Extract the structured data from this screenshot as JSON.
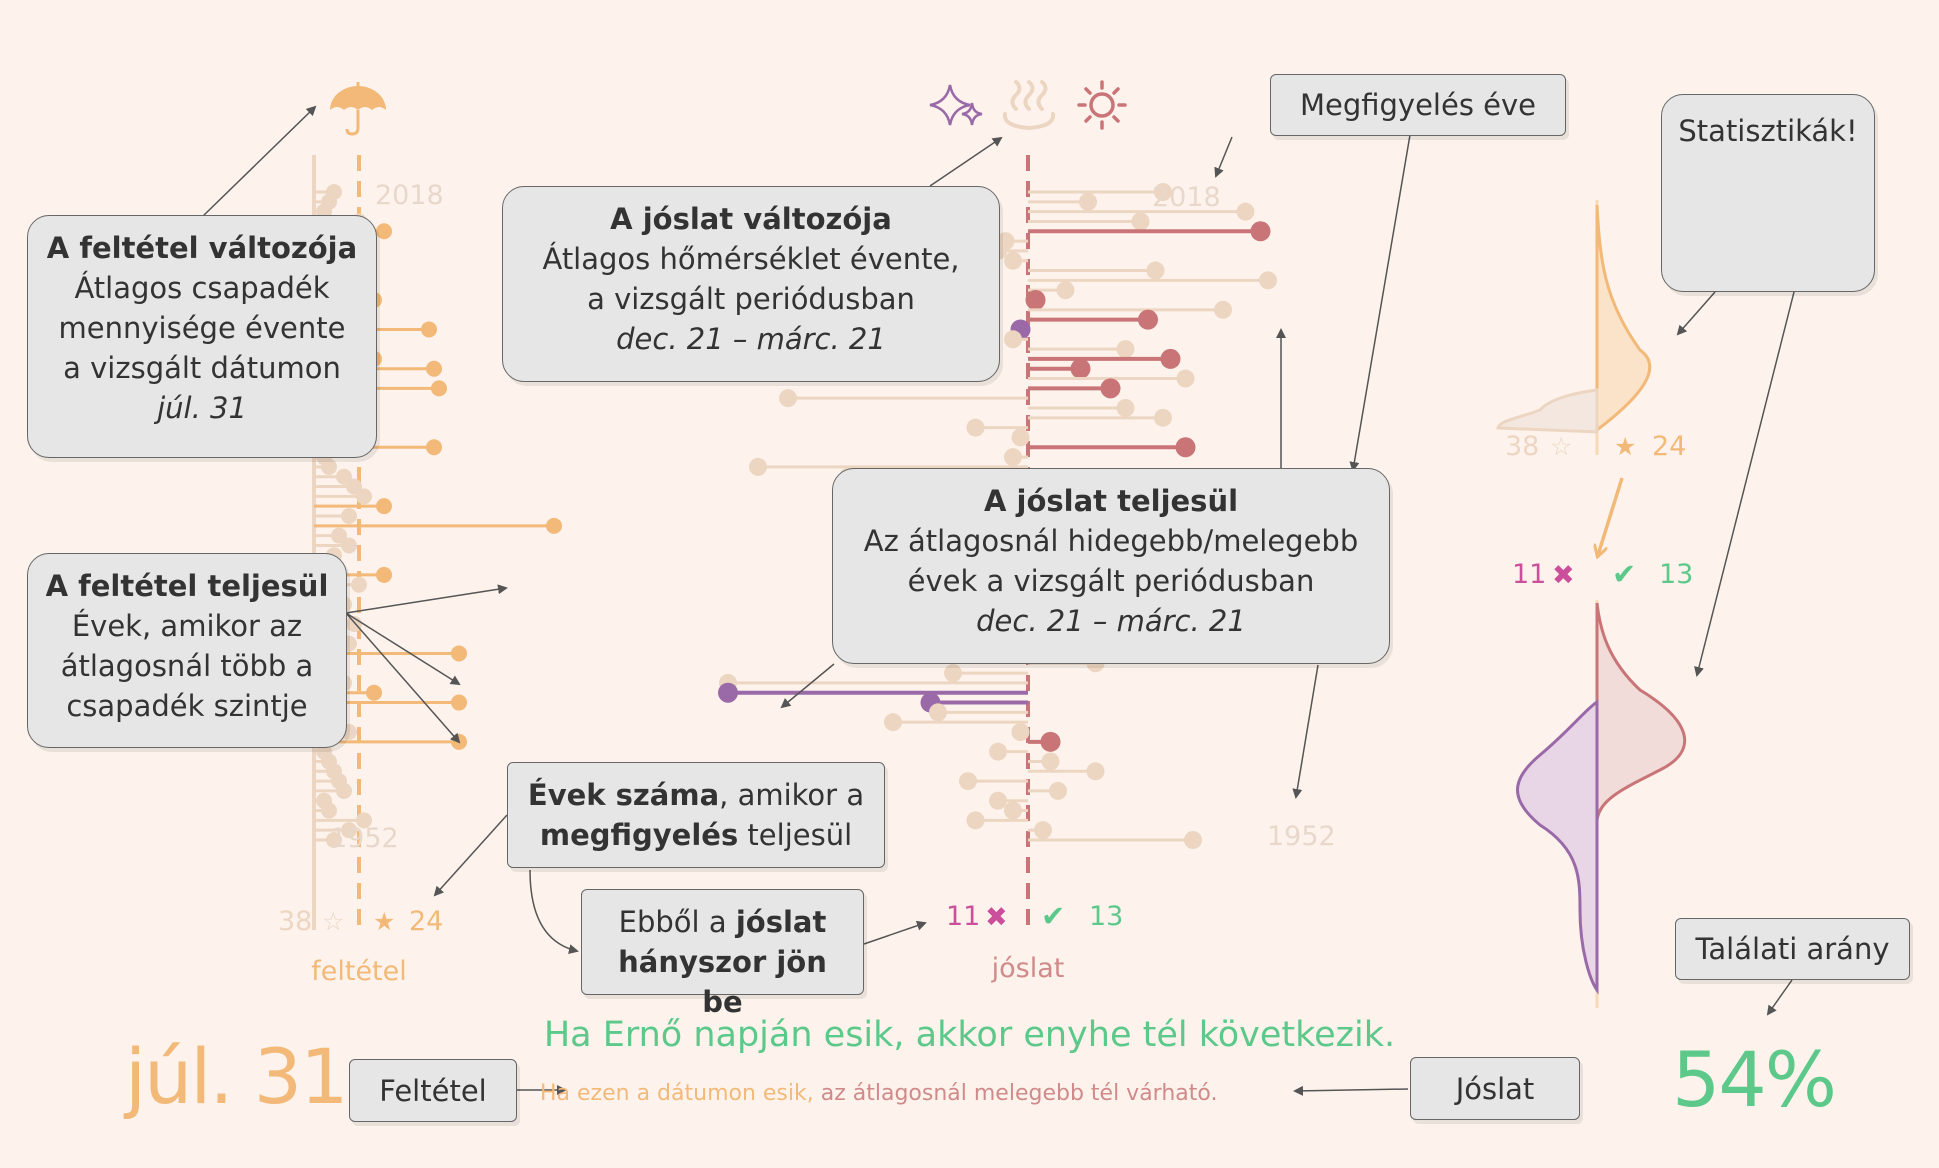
{
  "colors": {
    "background": "#fdf3ec",
    "condition": "#f2b978",
    "condition_faded": "#ecd6c2",
    "prediction_warm": "#c97477",
    "prediction_cold": "#9a6aa8",
    "prediction_faded": "#ecd6c2",
    "success": "#5cc98a",
    "fail": "#cc4f9b",
    "year_label": "#e8d8cc"
  },
  "icons": {
    "condition": "umbrella-icon",
    "prediction": [
      "sparkle-icon",
      "hot-spring-icon",
      "sun-icon"
    ],
    "meme": "trollface-icon"
  },
  "condition_axis": {
    "label": "feltétel",
    "year_top": "2018",
    "year_bottom": "1952",
    "count_not_met": "38",
    "count_met": "24",
    "star_empty": "☆",
    "star_full": "★"
  },
  "prediction_axis": {
    "label": "jóslat",
    "year_top": "2018",
    "year_bottom": "1952",
    "count_wrong": "11",
    "count_right": "13",
    "cross": "✖",
    "check": "✔"
  },
  "stats_panel": {
    "count_not_met": "38",
    "count_met": "24",
    "star_empty": "☆",
    "star_full": "★",
    "count_wrong": "11",
    "count_right": "13",
    "cross": "✖",
    "check": "✔"
  },
  "callouts": {
    "condition_variable": {
      "title": "A feltétel változója",
      "l1": "Átlagos csapadék",
      "l2": "mennyisége évente",
      "l3": "a vizsgált dátumon",
      "l4": "júl. 31"
    },
    "condition_met": {
      "title": "A feltétel teljesül",
      "l1": "Évek, amikor az",
      "l2": "átlagosnál több a",
      "l3": "csapadék szintje"
    },
    "prediction_variable": {
      "title": "A jóslat változója",
      "l1": "Átlagos hőmérséklet évente,",
      "l2": "a vizsgált periódusban",
      "l3": "dec. 21 – márc. 21"
    },
    "observation_year": {
      "text": "Megfigyelés éve"
    },
    "prediction_met": {
      "title": "A jóslat teljesül",
      "l1": "Az átlagosnál hidegebb/melegebb",
      "l2": "évek a vizsgált periódusban",
      "l3": "dec. 21 – márc. 21"
    },
    "years_count": {
      "b1": "Évek száma",
      "t1": ", amikor a",
      "b2": "megfigyelés",
      "t2": " teljesül"
    },
    "hits": {
      "t1": "Ebből a ",
      "b1": "jóslat",
      "b2": "hányszor jön be"
    },
    "stats": {
      "text": "Statisztikák!"
    },
    "hit_rate": {
      "text": "Találati arány"
    },
    "condition_box": {
      "text": "Feltétel"
    },
    "prediction_box": {
      "text": "Jóslat"
    }
  },
  "footer": {
    "date": "júl. 31",
    "rule": "Ha Ernő napján esik, akkor enyhe tél következik.",
    "sub_condition": "Ha ezen a dátumon esik,",
    "sub_prediction": " az átlagosnál melegebb tél várható.",
    "hit_rate": "54%"
  },
  "chart_data": [
    {
      "type": "lollipop",
      "name": "condition",
      "x_label": "feltétel",
      "years_range": [
        "1952",
        "2018"
      ],
      "values": [
        0.4,
        0.3,
        0.2,
        0.9,
        1.4,
        0.6,
        1.0,
        0.7,
        0.5,
        0.4,
        0.8,
        1.2,
        0.3,
        1.1,
        2.3,
        0.4,
        0.6,
        1.2,
        2.4,
        0.2,
        2.5,
        0.3,
        0.5,
        0.7,
        0.4,
        0.8,
        2.4,
        0.2,
        0.3,
        0.6,
        0.8,
        1.0,
        1.4,
        0.7,
        4.8,
        0.5,
        0.7,
        0.4,
        0.2,
        1.4,
        0.9,
        0.5,
        0.6,
        0.3,
        0.8,
        0.4,
        0.7,
        2.9,
        0.5,
        0.4,
        0.6,
        1.2,
        2.9,
        0.3,
        0.5,
        0.7,
        2.9,
        0.2,
        0.3,
        0.4,
        0.5,
        0.6,
        0.2,
        0.3,
        1.0,
        0.7,
        0.4
      ]
    },
    {
      "type": "lollipop",
      "name": "prediction",
      "x_label": "jóslat",
      "years_range": [
        "1952",
        "2018"
      ],
      "values": [
        1.8,
        0.8,
        2.9,
        1.5,
        3.1,
        -0.3,
        -0.4,
        -0.2,
        1.7,
        3.2,
        0.5,
        0.1,
        2.6,
        1.6,
        -0.1,
        -0.2,
        1.3,
        1.9,
        0.7,
        2.1,
        1.1,
        -3.2,
        1.3,
        1.8,
        -0.7,
        -0.1,
        2.1,
        -0.2,
        -3.6,
        -2.4,
        -2.0,
        1.2,
        -0.4,
        0.9,
        2.5,
        -0.8,
        0.6,
        -0.9,
        -0.2,
        -0.3,
        1.4,
        -0.6,
        -0.5,
        1.1,
        -0.3,
        -0.4,
        0.2,
        -0.4,
        0.9,
        -1.0,
        -4.0,
        -4.0,
        -1.3,
        -1.2,
        -1.8,
        -0.1,
        0.3,
        -0.4,
        0.3,
        0.9,
        -0.8,
        0.4,
        -0.4,
        -0.2,
        -0.7,
        0.2,
        2.2
      ]
    }
  ]
}
